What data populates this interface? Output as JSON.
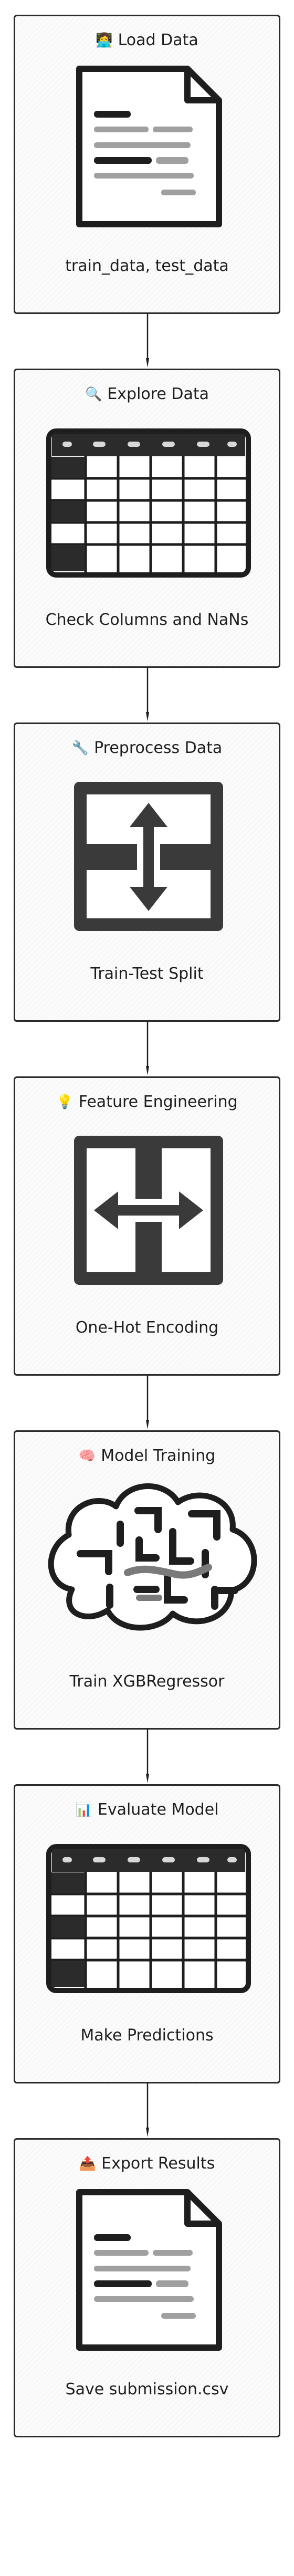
{
  "steps": [
    {
      "emoji": "👩‍💻",
      "title": "Load Data",
      "icon": "document-icon",
      "caption": "train_data, test_data"
    },
    {
      "emoji": "🔍",
      "title": "Explore Data",
      "icon": "table-icon",
      "caption": "Check Columns and NaNs"
    },
    {
      "emoji": "🔧",
      "title": "Preprocess Data",
      "icon": "split-vertical-icon",
      "caption": "Train-Test Split"
    },
    {
      "emoji": "💡",
      "title": "Feature Engineering",
      "icon": "split-horizontal-icon",
      "caption": "One-Hot Encoding"
    },
    {
      "emoji": "🧠",
      "title": "Model Training",
      "icon": "brain-icon",
      "caption": "Train XGBRegressor"
    },
    {
      "emoji": "📊",
      "title": "Evaluate Model",
      "icon": "table-icon",
      "caption": "Make Predictions"
    },
    {
      "emoji": "📤",
      "title": "Export Results",
      "icon": "document-icon",
      "caption": "Save submission.csv"
    }
  ]
}
